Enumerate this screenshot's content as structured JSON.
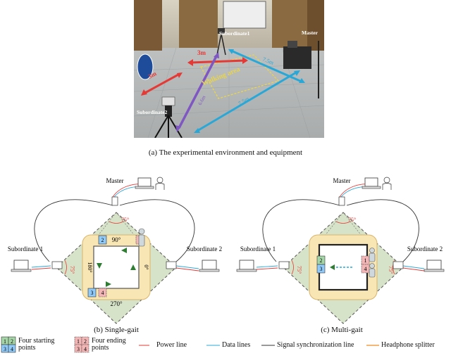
{
  "photo": {
    "caption": "(a) The experimental environment and equipment",
    "labels": {
      "subordinate1": "Subordinate1",
      "master": "Master",
      "subordinate2": "Subordinate2",
      "walking_area": "Walking area",
      "d_3m_left": "3m",
      "d_3m_top": "3m",
      "d_75m_top": "7.5m",
      "d_75m_bottom": "7.5m",
      "d_6m": "6.6m"
    },
    "colors": {
      "red_arrow": "#e53935",
      "blue_arrow": "#29a8d8",
      "purple_arrow": "#7e57c2",
      "walking_area": "#e8d44d"
    }
  },
  "single": {
    "caption": "(b) Single-gait",
    "master": "Master",
    "sub1": "Subordinate 1",
    "sub2": "Subordinate 2",
    "angles": {
      "top": "90°",
      "left": "180°",
      "right": "0°",
      "bottom": "270°"
    },
    "beam": "75°",
    "beam_left": "75°",
    "cells": [
      "2",
      "1",
      "4",
      "3"
    ]
  },
  "multi": {
    "caption": "(c) Multi-gait",
    "master": "Master",
    "sub1": "Subordinate 1",
    "sub2": "Subordinate 2",
    "beam": "75°",
    "beam_left": "75°",
    "beam_right": "75°",
    "cells": [
      "2",
      "1",
      "4",
      "3"
    ]
  },
  "legend": {
    "starting": "Four starting points",
    "ending": "Four ending points",
    "power": "Power line",
    "data": "Data lines",
    "sync": "Signal synchronization line",
    "splitter": "Headphone splitter",
    "start_cells": [
      "1",
      "2",
      "3",
      "4"
    ],
    "end_cells": [
      "1",
      "2",
      "3",
      "4"
    ],
    "colors": {
      "power": "#e53935",
      "data": "#29a8d8",
      "sync": "#333333",
      "splitter": "#f08a24",
      "green": "#a5d6a7",
      "blue": "#90caf9",
      "pink": "#f3b6b6"
    }
  }
}
